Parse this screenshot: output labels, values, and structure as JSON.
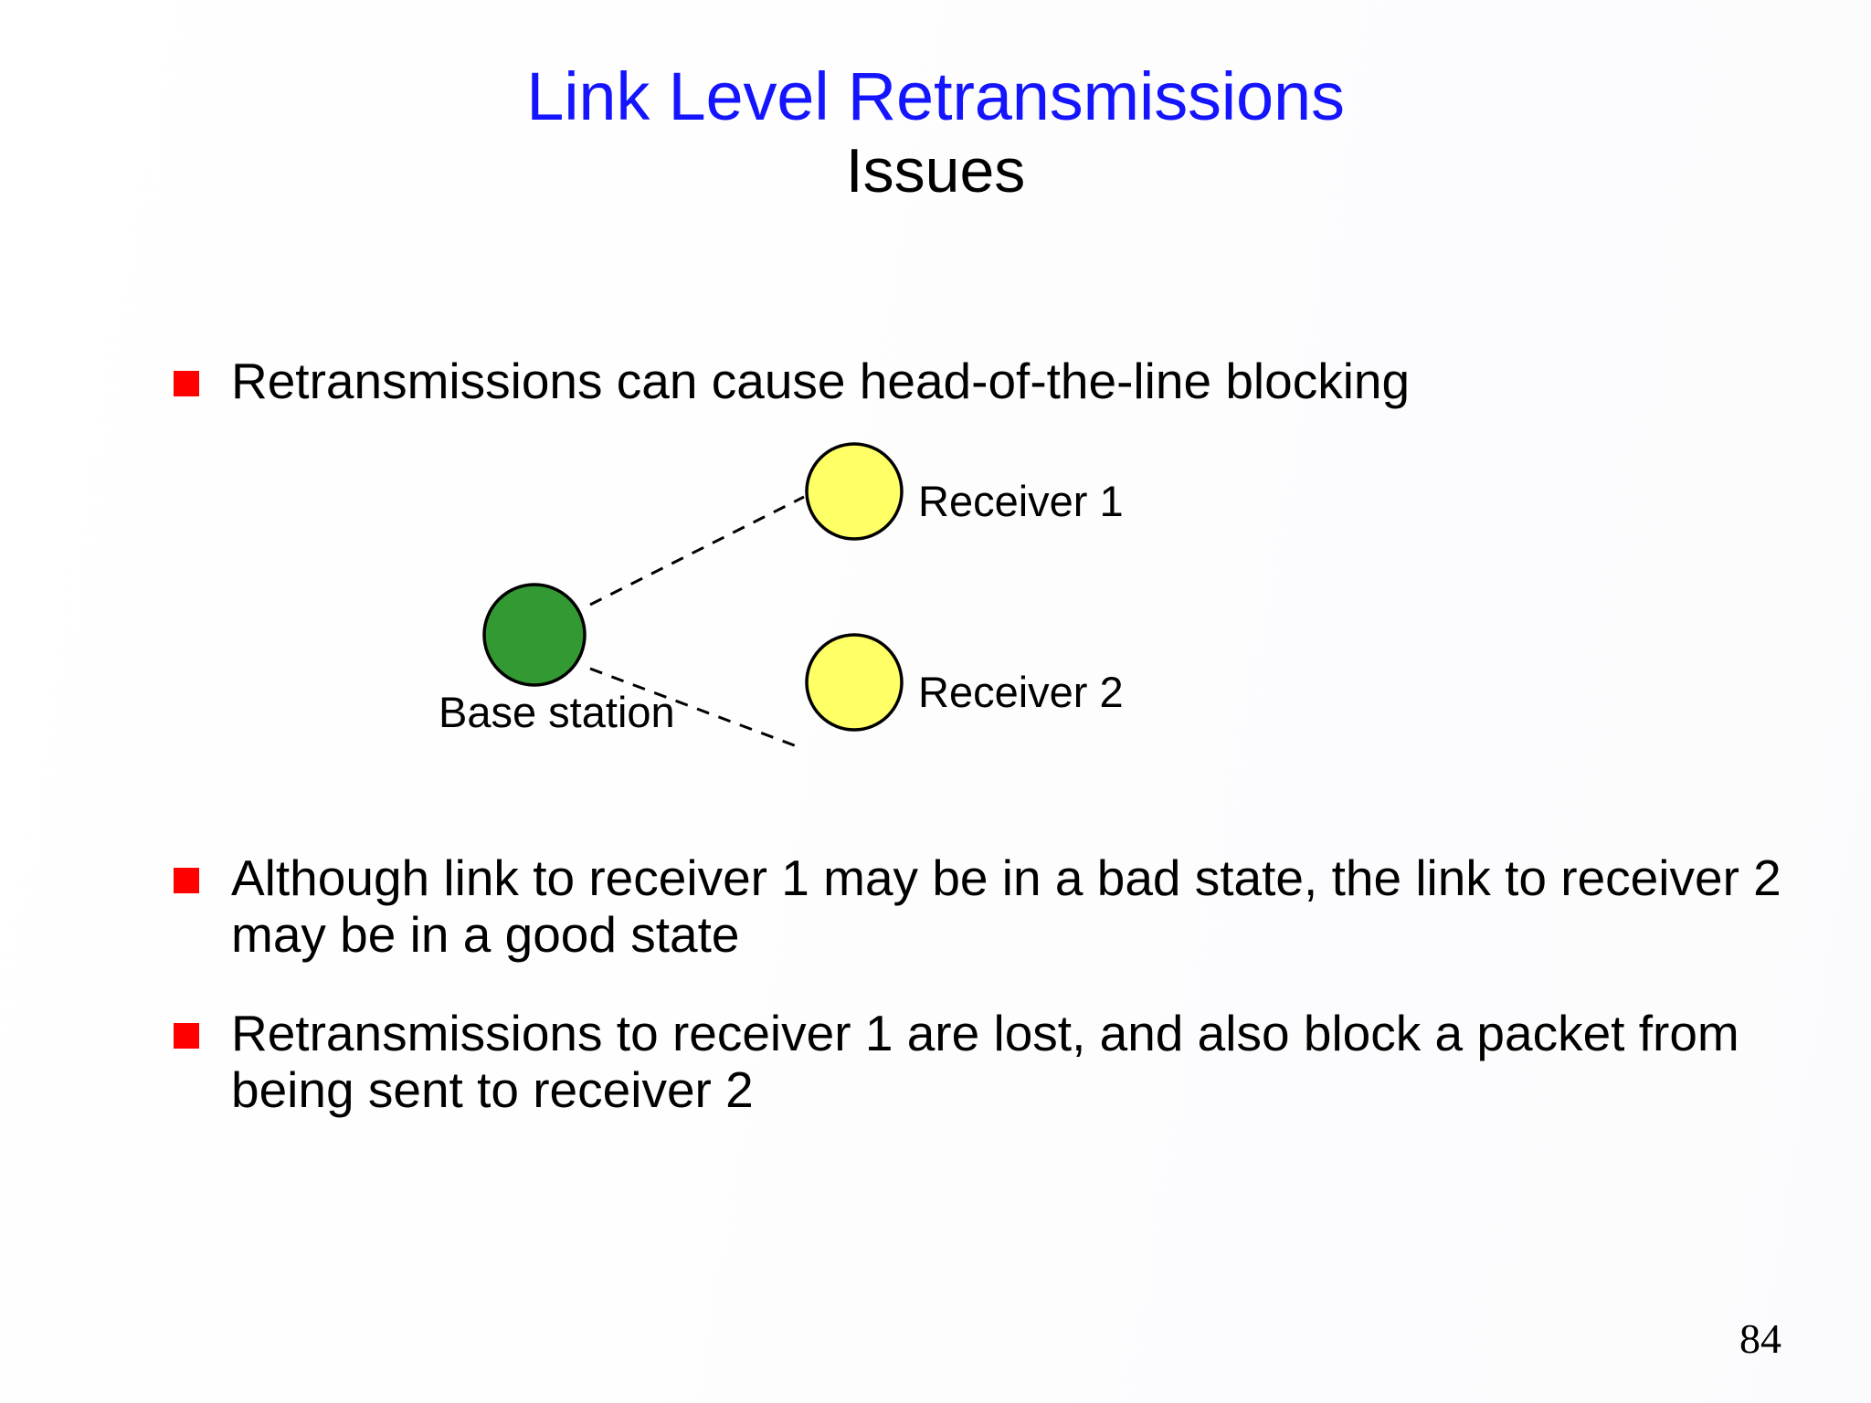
{
  "slide": {
    "title_main": "Link Level Retransmissions",
    "title_sub": "Issues",
    "title_color": "#1414ff",
    "bullet_color": "#ff0000",
    "page_number": "84"
  },
  "bullets": [
    {
      "text": "Retransmissions can cause head-of-the-line blocking"
    },
    {
      "text": "Although link to receiver 1 may be in a bad state, the link to receiver 2 may be in a good state"
    },
    {
      "text": "Retransmissions to receiver 1 are lost, and also block a packet from being sent to receiver 2"
    }
  ],
  "diagram": {
    "base_station_label": "Base station",
    "base_station_color": "#339933",
    "receiver_color": "#ffff66",
    "receivers": [
      {
        "label": "Receiver 1"
      },
      {
        "label": "Receiver 2"
      }
    ]
  }
}
